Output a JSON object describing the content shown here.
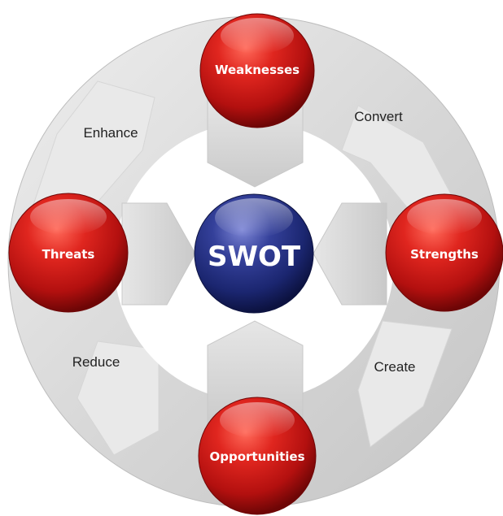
{
  "center": {
    "label": "SWOT"
  },
  "nodes": {
    "top": {
      "label": "Weaknesses"
    },
    "right": {
      "label": "Strengths"
    },
    "bottom": {
      "label": "Opportunities"
    },
    "left": {
      "label": "Threats"
    }
  },
  "actions": {
    "convert": "Convert",
    "create": "Create",
    "reduce": "Reduce",
    "enhance": "Enhance"
  },
  "colors": {
    "node_red": "#c8161d",
    "center_blue": "#1b2a7a",
    "ring_gray": "#d2d2d2",
    "ring_light": "#e8e8e8",
    "arrow_gray": "#d0d0d0"
  }
}
